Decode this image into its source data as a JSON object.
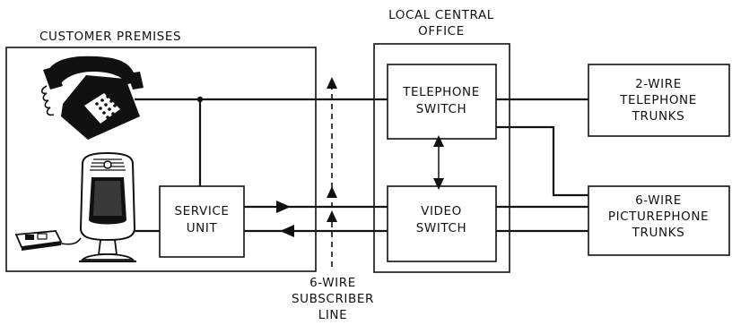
{
  "labels": {
    "customer_premises": "CUSTOMER PREMISES",
    "central_office_line1": "LOCAL CENTRAL",
    "central_office_line2": "OFFICE",
    "telephone_switch_line1": "TELEPHONE",
    "telephone_switch_line2": "SWITCH",
    "video_switch_line1": "VIDEO",
    "video_switch_line2": "SWITCH",
    "service_unit_line1": "SERVICE",
    "service_unit_line2": "UNIT",
    "telephone_trunks_line1": "2-WIRE",
    "telephone_trunks_line2": "TELEPHONE",
    "telephone_trunks_line3": "TRUNKS",
    "picturephone_trunks_line1": "6-WIRE",
    "picturephone_trunks_line2": "PICTUREPHONE",
    "picturephone_trunks_line3": "TRUNKS",
    "subscriber_line1": "6-WIRE",
    "subscriber_line2": "SUBSCRIBER",
    "subscriber_line3": "LINE"
  },
  "icons": {
    "telephone": "desk-telephone-icon",
    "picturephone": "picturephone-terminal-icon",
    "keypad": "keypad-control-icon"
  },
  "colors": {
    "ink": "#111111",
    "background": "#ffffff"
  }
}
